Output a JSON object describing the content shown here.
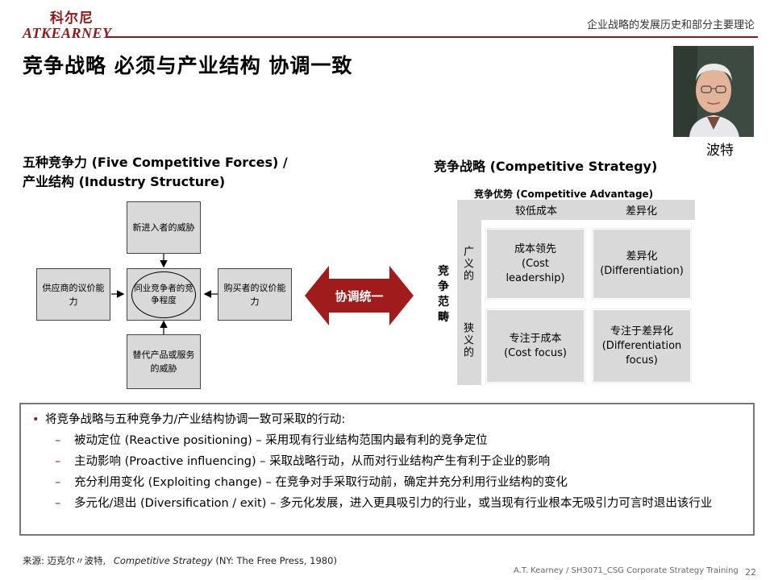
{
  "header": {
    "logo_cn": "科尔尼",
    "logo_en": "ATKEARNEY",
    "section": "企业战略的发展历史和部分主要理论"
  },
  "title": "竞争战略 必须与产业结构 协调一致",
  "photo_caption": "波特",
  "left_section": {
    "title_line1": "五种竞争力 (Five Competitive Forces) /",
    "title_line2": "产业结构 (Industry Structure)",
    "top_box": "新进入者的威胁",
    "left_box": "供应商的议价能力",
    "center": "同业竞争者的竞争程度",
    "right_box": "购买者的议价能力",
    "bottom_box": "替代产品或服务的威胁"
  },
  "arrow_label": "协调统一",
  "right_section": {
    "title": "竞争战略 (Competitive Strategy)",
    "advantage_label": "竞争优势 (Competitive Advantage)",
    "col1": "较低成本",
    "col2": "差异化",
    "scope_label": "竞争范畴",
    "row1": "广义的",
    "row2": "狭义的",
    "c11_cn": "成本领先",
    "c11_en": "(Cost leadership)",
    "c12_cn": "差异化",
    "c12_en": "(Differentiation)",
    "c21_cn": "专注于成本",
    "c21_en": "(Cost focus)",
    "c22_cn": "专注于差异化",
    "c22_en": "(Differentiation focus)"
  },
  "actions": {
    "intro": "将竞争战略与五种竞争力/产业结构协调一致可采取的行动:",
    "items": [
      "被动定位 (Reactive positioning) – 采用现有行业结构范围内最有利的竞争定位",
      "主动影响 (Proactive influencing) – 采取战略行动，从而对行业结构产生有利于企业的影响",
      "充分利用变化 (Exploiting change) – 在竞争对手采取行动前，确定并充分利用行业结构的变化",
      "多元化/退出 (Diversification / exit) – 多元化发展，进入更具吸引力的行业，或当现有行业根本无吸引力可言时退出该行业"
    ]
  },
  "source": {
    "prefix": "来源: 迈克尔〃波特,",
    "book": "Competitive Strategy",
    "suffix": "(NY: The Free Press, 1980)"
  },
  "footer": "A.T. Kearney / SH3071_CSG Corporate Strategy Training",
  "page_number": "22",
  "colors": {
    "brand": "#8b1a1a",
    "box_fill": "#d9d9d9",
    "arrow": "#a01c1c"
  }
}
